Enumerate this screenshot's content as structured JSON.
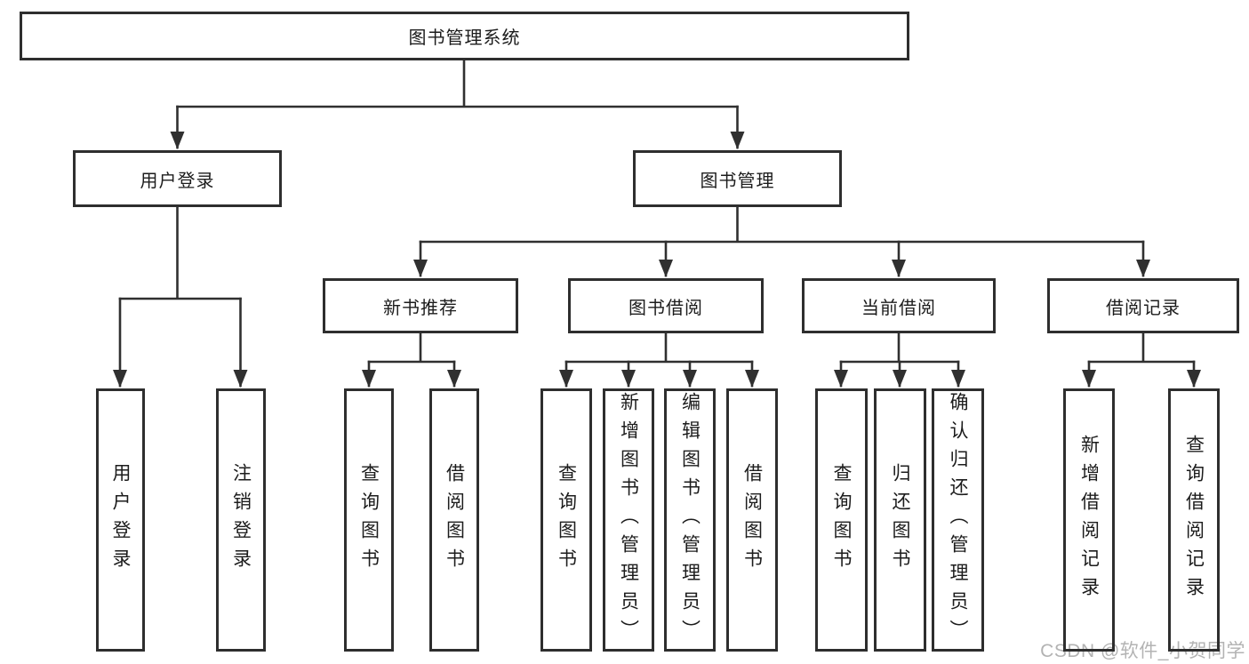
{
  "diagram_type": "hierarchy-tree",
  "tree": {
    "label": "图书管理系统",
    "children": [
      {
        "label": "用户登录",
        "children": [
          {
            "label": "用户登录"
          },
          {
            "label": "注销登录"
          }
        ]
      },
      {
        "label": "图书管理",
        "children": [
          {
            "label": "新书推荐",
            "children": [
              {
                "label": "查询图书"
              },
              {
                "label": "借阅图书"
              }
            ]
          },
          {
            "label": "图书借阅",
            "children": [
              {
                "label": "查询图书"
              },
              {
                "label": "新增图书（管理员）"
              },
              {
                "label": "编辑图书（管理员）"
              },
              {
                "label": "借阅图书"
              }
            ]
          },
          {
            "label": "当前借阅",
            "children": [
              {
                "label": "查询图书"
              },
              {
                "label": "归还图书"
              },
              {
                "label": "确认归还（管理员）"
              }
            ]
          },
          {
            "label": "借阅记录",
            "children": [
              {
                "label": "新增借阅记录"
              },
              {
                "label": "查询借阅记录"
              }
            ]
          }
        ]
      }
    ]
  },
  "watermark": {
    "text": "CSDN @软件_小贺同学"
  },
  "colors": {
    "line": "#303030",
    "box_border": "#2e2e2e",
    "text": "#1c1c1c",
    "watermark": "#b3b3b3",
    "background": "#ffffff"
  }
}
